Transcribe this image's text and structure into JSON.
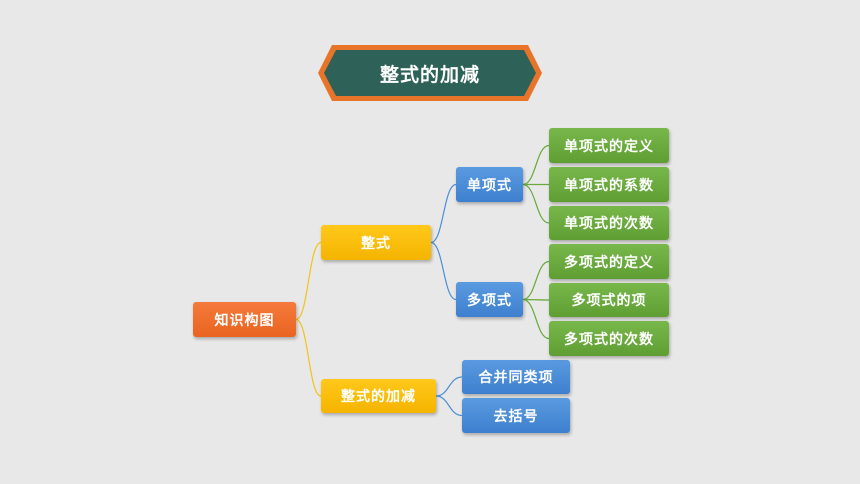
{
  "title": "整式的加减",
  "colors": {
    "background": "#e8e8e8",
    "title_fill": "#2e6157",
    "title_border": "#e8742a",
    "root": "#ee6c2a",
    "level1": "#ffbf00",
    "level2": "#4a8ed8",
    "level3": "#6aa93e",
    "link_yellow": "#f3c21c",
    "link_blue": "#4a8ed8",
    "link_green": "#6aa93e"
  },
  "nodes": [
    {
      "id": "root",
      "label": "知识构图",
      "parent": null,
      "level": 0
    },
    {
      "id": "zhengshi",
      "label": "整式",
      "parent": "root",
      "level": 1
    },
    {
      "id": "jiajian",
      "label": "整式的加减",
      "parent": "root",
      "level": 1
    },
    {
      "id": "danxiangshi",
      "label": "单项式",
      "parent": "zhengshi",
      "level": 2
    },
    {
      "id": "duoxiangshi",
      "label": "多项式",
      "parent": "zhengshi",
      "level": 2
    },
    {
      "id": "hebing",
      "label": "合并同类项",
      "parent": "jiajian",
      "level": 2
    },
    {
      "id": "qukuohao",
      "label": "去括号",
      "parent": "jiajian",
      "level": 2
    },
    {
      "id": "dan_dingyi",
      "label": "单项式的定义",
      "parent": "danxiangshi",
      "level": 3
    },
    {
      "id": "dan_xishu",
      "label": "单项式的系数",
      "parent": "danxiangshi",
      "level": 3
    },
    {
      "id": "dan_cishu",
      "label": "单项式的次数",
      "parent": "danxiangshi",
      "level": 3
    },
    {
      "id": "duo_dingyi",
      "label": "多项式的定义",
      "parent": "duoxiangshi",
      "level": 3
    },
    {
      "id": "duo_xiang",
      "label": "多项式的项",
      "parent": "duoxiangshi",
      "level": 3
    },
    {
      "id": "duo_cishu",
      "label": "多项式的次数",
      "parent": "duoxiangshi",
      "level": 3
    }
  ]
}
